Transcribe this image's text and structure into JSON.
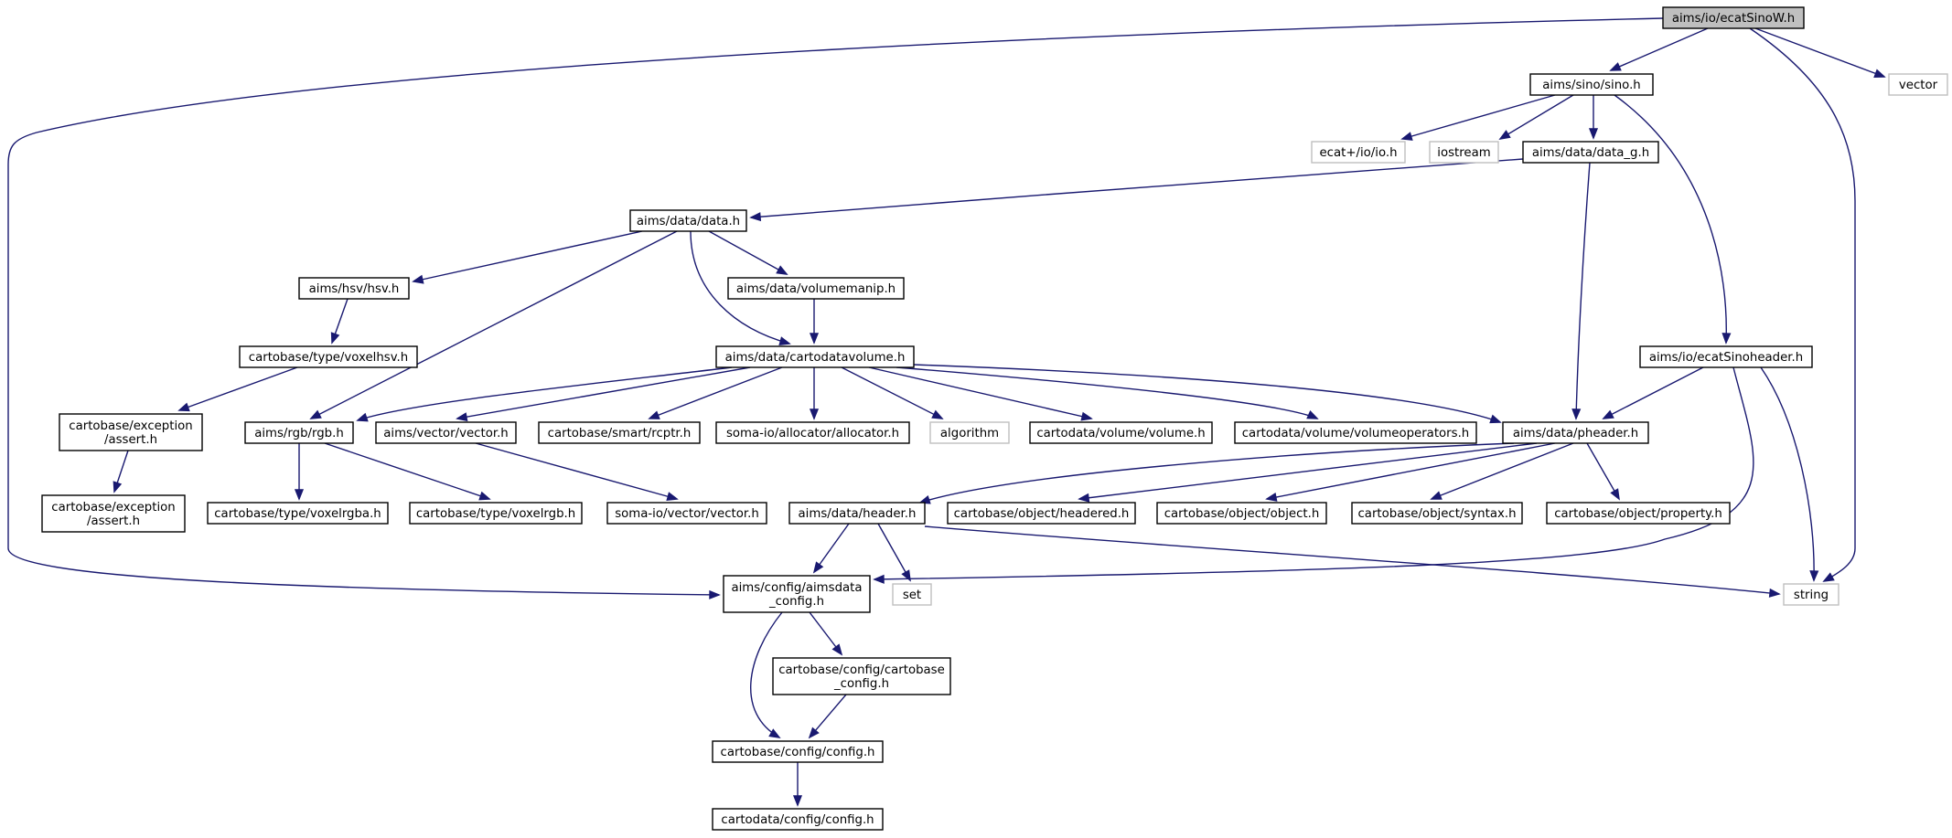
{
  "colors": {
    "edge": "#191970",
    "node_border": "#000000",
    "external_border": "#bfbfbf",
    "root_fill": "#bfbfbf",
    "node_fill": "#ffffff",
    "text": "#000000"
  },
  "nodes": [
    {
      "id": "ecatsinow",
      "lines": [
        "aims/io/ecatSinoW.h"
      ],
      "kind": "root"
    },
    {
      "id": "sino",
      "lines": [
        "aims/sino/sino.h"
      ],
      "kind": "file"
    },
    {
      "id": "vector",
      "lines": [
        "vector"
      ],
      "kind": "external"
    },
    {
      "id": "ecatio",
      "lines": [
        "ecat+/io/io.h"
      ],
      "kind": "external"
    },
    {
      "id": "iostream",
      "lines": [
        "iostream"
      ],
      "kind": "external"
    },
    {
      "id": "data_g",
      "lines": [
        "aims/data/data_g.h"
      ],
      "kind": "file"
    },
    {
      "id": "data",
      "lines": [
        "aims/data/data.h"
      ],
      "kind": "file"
    },
    {
      "id": "hsv",
      "lines": [
        "aims/hsv/hsv.h"
      ],
      "kind": "file"
    },
    {
      "id": "volumemanip",
      "lines": [
        "aims/data/volumemanip.h"
      ],
      "kind": "file"
    },
    {
      "id": "voxelhsv",
      "lines": [
        "cartobase/type/voxelhsv.h"
      ],
      "kind": "file"
    },
    {
      "id": "cartodatavolume",
      "lines": [
        "aims/data/cartodatavolume.h"
      ],
      "kind": "file"
    },
    {
      "id": "ecatsinoheader",
      "lines": [
        "aims/io/ecatSinoheader.h"
      ],
      "kind": "file"
    },
    {
      "id": "exc_assert1",
      "lines": [
        "cartobase/exception",
        "/assert.h"
      ],
      "kind": "file"
    },
    {
      "id": "rgb",
      "lines": [
        "aims/rgb/rgb.h"
      ],
      "kind": "file"
    },
    {
      "id": "aimsvector",
      "lines": [
        "aims/vector/vector.h"
      ],
      "kind": "file"
    },
    {
      "id": "rcptr",
      "lines": [
        "cartobase/smart/rcptr.h"
      ],
      "kind": "file"
    },
    {
      "id": "allocator",
      "lines": [
        "soma-io/allocator/allocator.h"
      ],
      "kind": "file"
    },
    {
      "id": "algorithm",
      "lines": [
        "algorithm"
      ],
      "kind": "external"
    },
    {
      "id": "volume",
      "lines": [
        "cartodata/volume/volume.h"
      ],
      "kind": "file"
    },
    {
      "id": "volumeoperators",
      "lines": [
        "cartodata/volume/volumeoperators.h"
      ],
      "kind": "file"
    },
    {
      "id": "pheader",
      "lines": [
        "aims/data/pheader.h"
      ],
      "kind": "file"
    },
    {
      "id": "exc_assert2",
      "lines": [
        "cartobase/exception",
        "/assert.h"
      ],
      "kind": "file"
    },
    {
      "id": "voxelrgba",
      "lines": [
        "cartobase/type/voxelrgba.h"
      ],
      "kind": "file"
    },
    {
      "id": "voxelrgb",
      "lines": [
        "cartobase/type/voxelrgb.h"
      ],
      "kind": "file"
    },
    {
      "id": "somavector",
      "lines": [
        "soma-io/vector/vector.h"
      ],
      "kind": "file"
    },
    {
      "id": "header",
      "lines": [
        "aims/data/header.h"
      ],
      "kind": "file"
    },
    {
      "id": "headered",
      "lines": [
        "cartobase/object/headered.h"
      ],
      "kind": "file"
    },
    {
      "id": "object",
      "lines": [
        "cartobase/object/object.h"
      ],
      "kind": "file"
    },
    {
      "id": "syntax",
      "lines": [
        "cartobase/object/syntax.h"
      ],
      "kind": "file"
    },
    {
      "id": "property",
      "lines": [
        "cartobase/object/property.h"
      ],
      "kind": "file"
    },
    {
      "id": "aimsdata_config",
      "lines": [
        "aims/config/aimsdata",
        "_config.h"
      ],
      "kind": "file"
    },
    {
      "id": "set",
      "lines": [
        "set"
      ],
      "kind": "external"
    },
    {
      "id": "string",
      "lines": [
        "string"
      ],
      "kind": "external"
    },
    {
      "id": "cartobase_config",
      "lines": [
        "cartobase/config/cartobase",
        "_config.h"
      ],
      "kind": "file"
    },
    {
      "id": "cb_config",
      "lines": [
        "cartobase/config/config.h"
      ],
      "kind": "file"
    },
    {
      "id": "cd_config",
      "lines": [
        "cartodata/config/config.h"
      ],
      "kind": "file"
    }
  ]
}
